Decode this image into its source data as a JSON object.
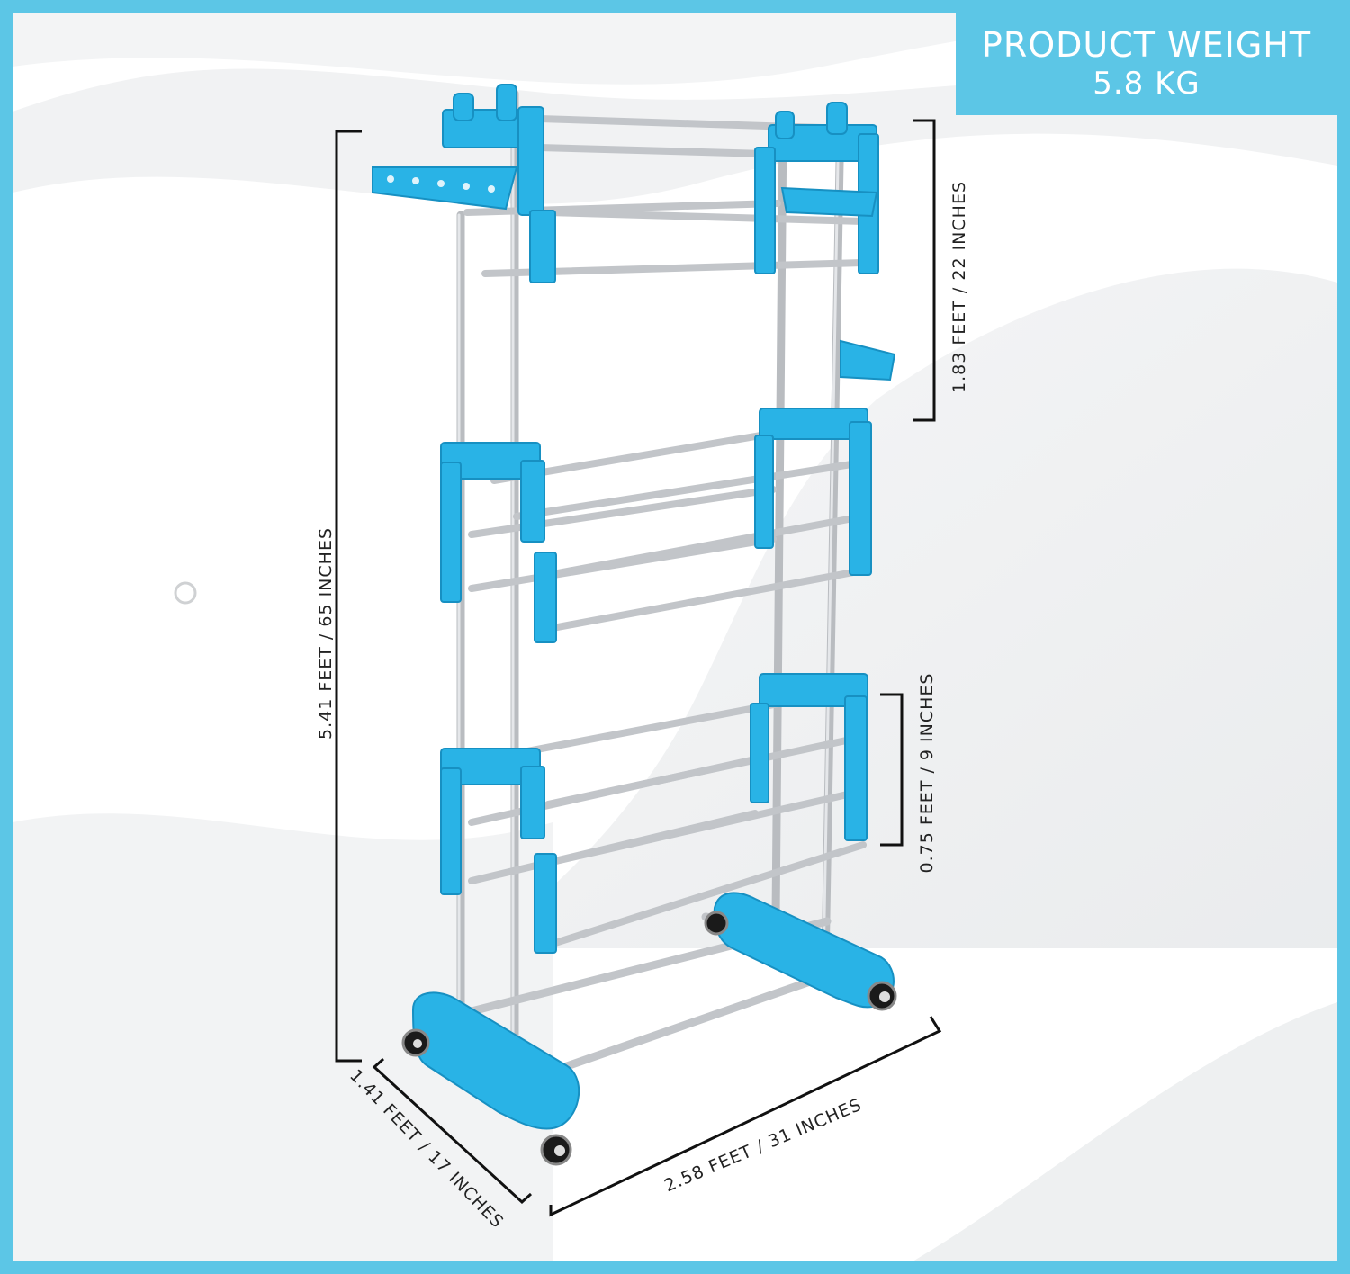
{
  "badge": {
    "line1": "PRODUCT WEIGHT",
    "line2": "5.8 KG"
  },
  "dimensions": {
    "height": "5.41 FEET / 65 INCHES",
    "top_section": "1.83 FEET / 22  INCHES",
    "tier_gap": "0.75 FEET / 9 INCHES",
    "depth": "1.41 FEET / 17 INCHES",
    "width": "2.58 FEET / 31 INCHES"
  },
  "colors": {
    "accent": "#5cc6e6",
    "plastic": "#29b3e6",
    "steel": "#c9ccd0"
  }
}
